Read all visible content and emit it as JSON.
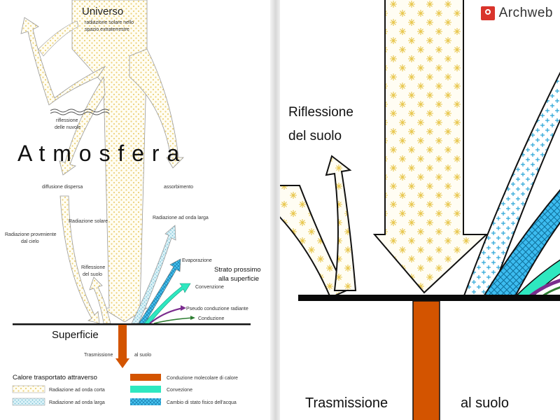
{
  "left": {
    "title_universe": "Universo",
    "solar_radiation_space": [
      "radiazione solare nello",
      "spazio extraterrestre"
    ],
    "cloud_reflection": [
      "riflessione",
      "delle nuvole"
    ],
    "atmosphere": "A t m o s f e r a",
    "scattered_diffusion": "diffusione dispersa",
    "absorption": "assorbimento",
    "sky_radiation": [
      "Radiazione proveniente",
      "dal cielo"
    ],
    "solar_radiation": "Radiazione solare",
    "longwave_radiation": "Radiazione ad onda larga",
    "ground_reflection": [
      "Riflessione",
      "del suolo"
    ],
    "evaporation": "Evaporazione",
    "near_surface_layer": [
      "Strato prossimo",
      "alla superficie"
    ],
    "convection": "Convenzione",
    "pseudo_conduction": "Pseudo conduzione radiante",
    "conduction": "Conduzione",
    "surface": "Superficie",
    "transmission": "Trasmissione",
    "to_ground": "al suolo",
    "legend": {
      "title": "Calore trasportato attraverso",
      "items": [
        "Radiazione ad onda corta",
        "Radiazione ad onda larga",
        "Conduzione molecolare di calore",
        "Convezione",
        "Cambio di stato fisico dell'acqua"
      ]
    }
  },
  "right": {
    "logo": "Archweb",
    "ground_reflection": [
      "Riflessione",
      "del suolo"
    ],
    "transmission": "Trasmissione",
    "to_ground": "al suolo"
  },
  "colors": {
    "shortwave": "#f5e8a6",
    "longwave": "#bfe6f0",
    "conduction": "#d35400",
    "convection": "#2ee8c0",
    "water_phase": "#2bb6ef",
    "pseudo_conduction": "#7b2d8e",
    "conduction_line": "#2d7d32"
  }
}
